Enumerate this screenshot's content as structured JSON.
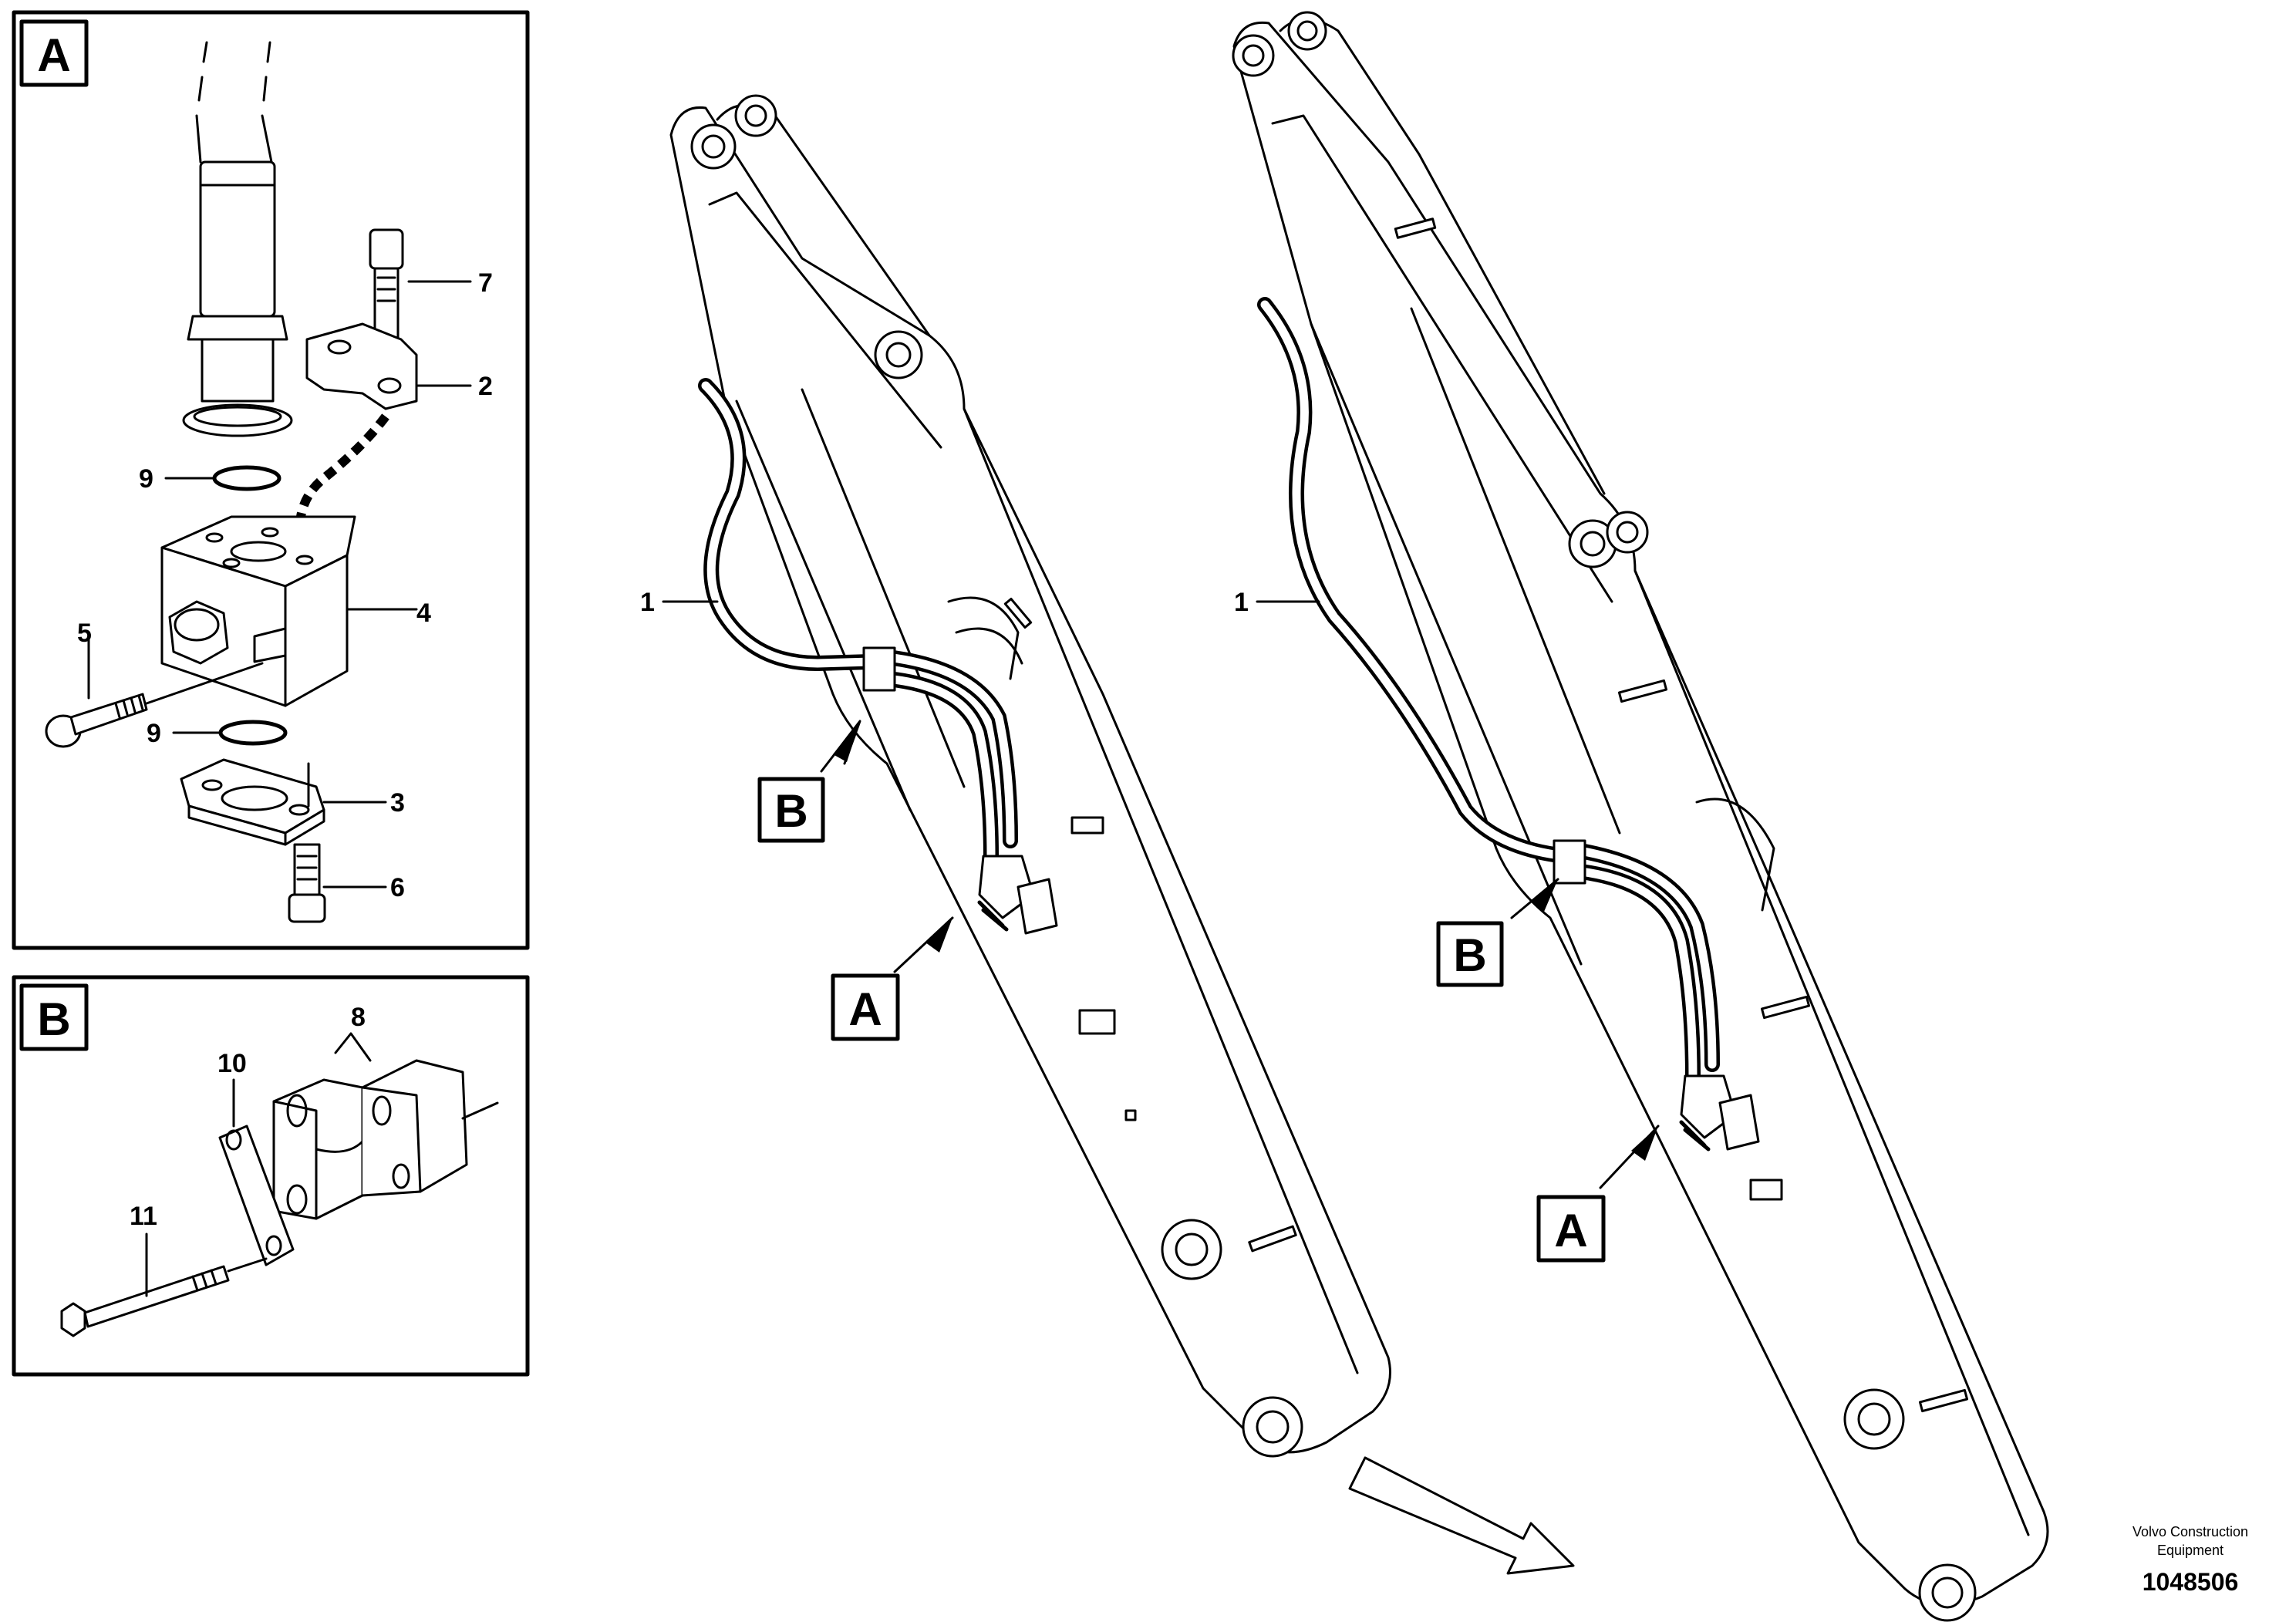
{
  "detail_a": {
    "tag": "A",
    "callouts": [
      "7",
      "2",
      "9",
      "4",
      "5",
      "9",
      "3",
      "6"
    ]
  },
  "detail_b": {
    "tag": "B",
    "callouts": [
      "8",
      "10",
      "11"
    ]
  },
  "boom_left": {
    "hose_callout": "1",
    "tag_b": "B",
    "tag_a": "A"
  },
  "boom_right": {
    "hose_callout": "1",
    "tag_b": "B",
    "tag_a": "A"
  },
  "footer": {
    "brand_line1": "Volvo Construction",
    "brand_line2": "Equipment",
    "document_number": "1048506"
  },
  "direction_arrow_icon": "arrow-right-down-icon"
}
